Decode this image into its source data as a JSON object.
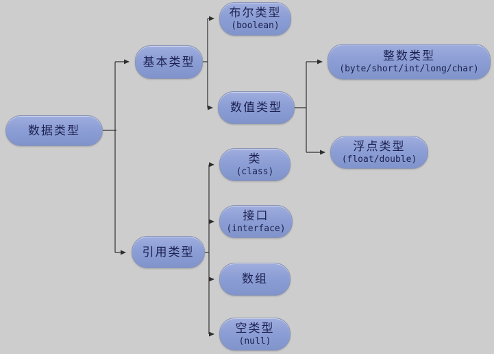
{
  "diagram": {
    "type": "mindmap-tree",
    "topic": "数据类型",
    "colors": {
      "background": "#cdcdcd",
      "node_fill": "#8c9ed5",
      "node_border": "#8a94b6",
      "line": "#2f2f2f",
      "text": "#1c2150"
    },
    "nodes": {
      "root": {
        "title": "数据类型"
      },
      "basic": {
        "title": "基本类型"
      },
      "boolean": {
        "title": "布尔类型",
        "subtitle": "(boolean)"
      },
      "numeric": {
        "title": "数值类型"
      },
      "integer": {
        "title": "整数类型",
        "subtitle": "(byte/short/int/long/char)"
      },
      "float": {
        "title": "浮点类型",
        "subtitle": "(float/double)"
      },
      "reference": {
        "title": "引用类型"
      },
      "class": {
        "title": "类",
        "subtitle": "(class)"
      },
      "interface": {
        "title": "接口",
        "subtitle": "(interface)"
      },
      "array": {
        "title": "数组"
      },
      "null": {
        "title": "空类型",
        "subtitle": "(null)"
      }
    },
    "edges": [
      {
        "from": "root",
        "to": "basic"
      },
      {
        "from": "root",
        "to": "reference"
      },
      {
        "from": "basic",
        "to": "boolean"
      },
      {
        "from": "basic",
        "to": "numeric"
      },
      {
        "from": "numeric",
        "to": "integer"
      },
      {
        "from": "numeric",
        "to": "float"
      },
      {
        "from": "reference",
        "to": "class"
      },
      {
        "from": "reference",
        "to": "interface"
      },
      {
        "from": "reference",
        "to": "array"
      },
      {
        "from": "reference",
        "to": "null"
      }
    ]
  }
}
